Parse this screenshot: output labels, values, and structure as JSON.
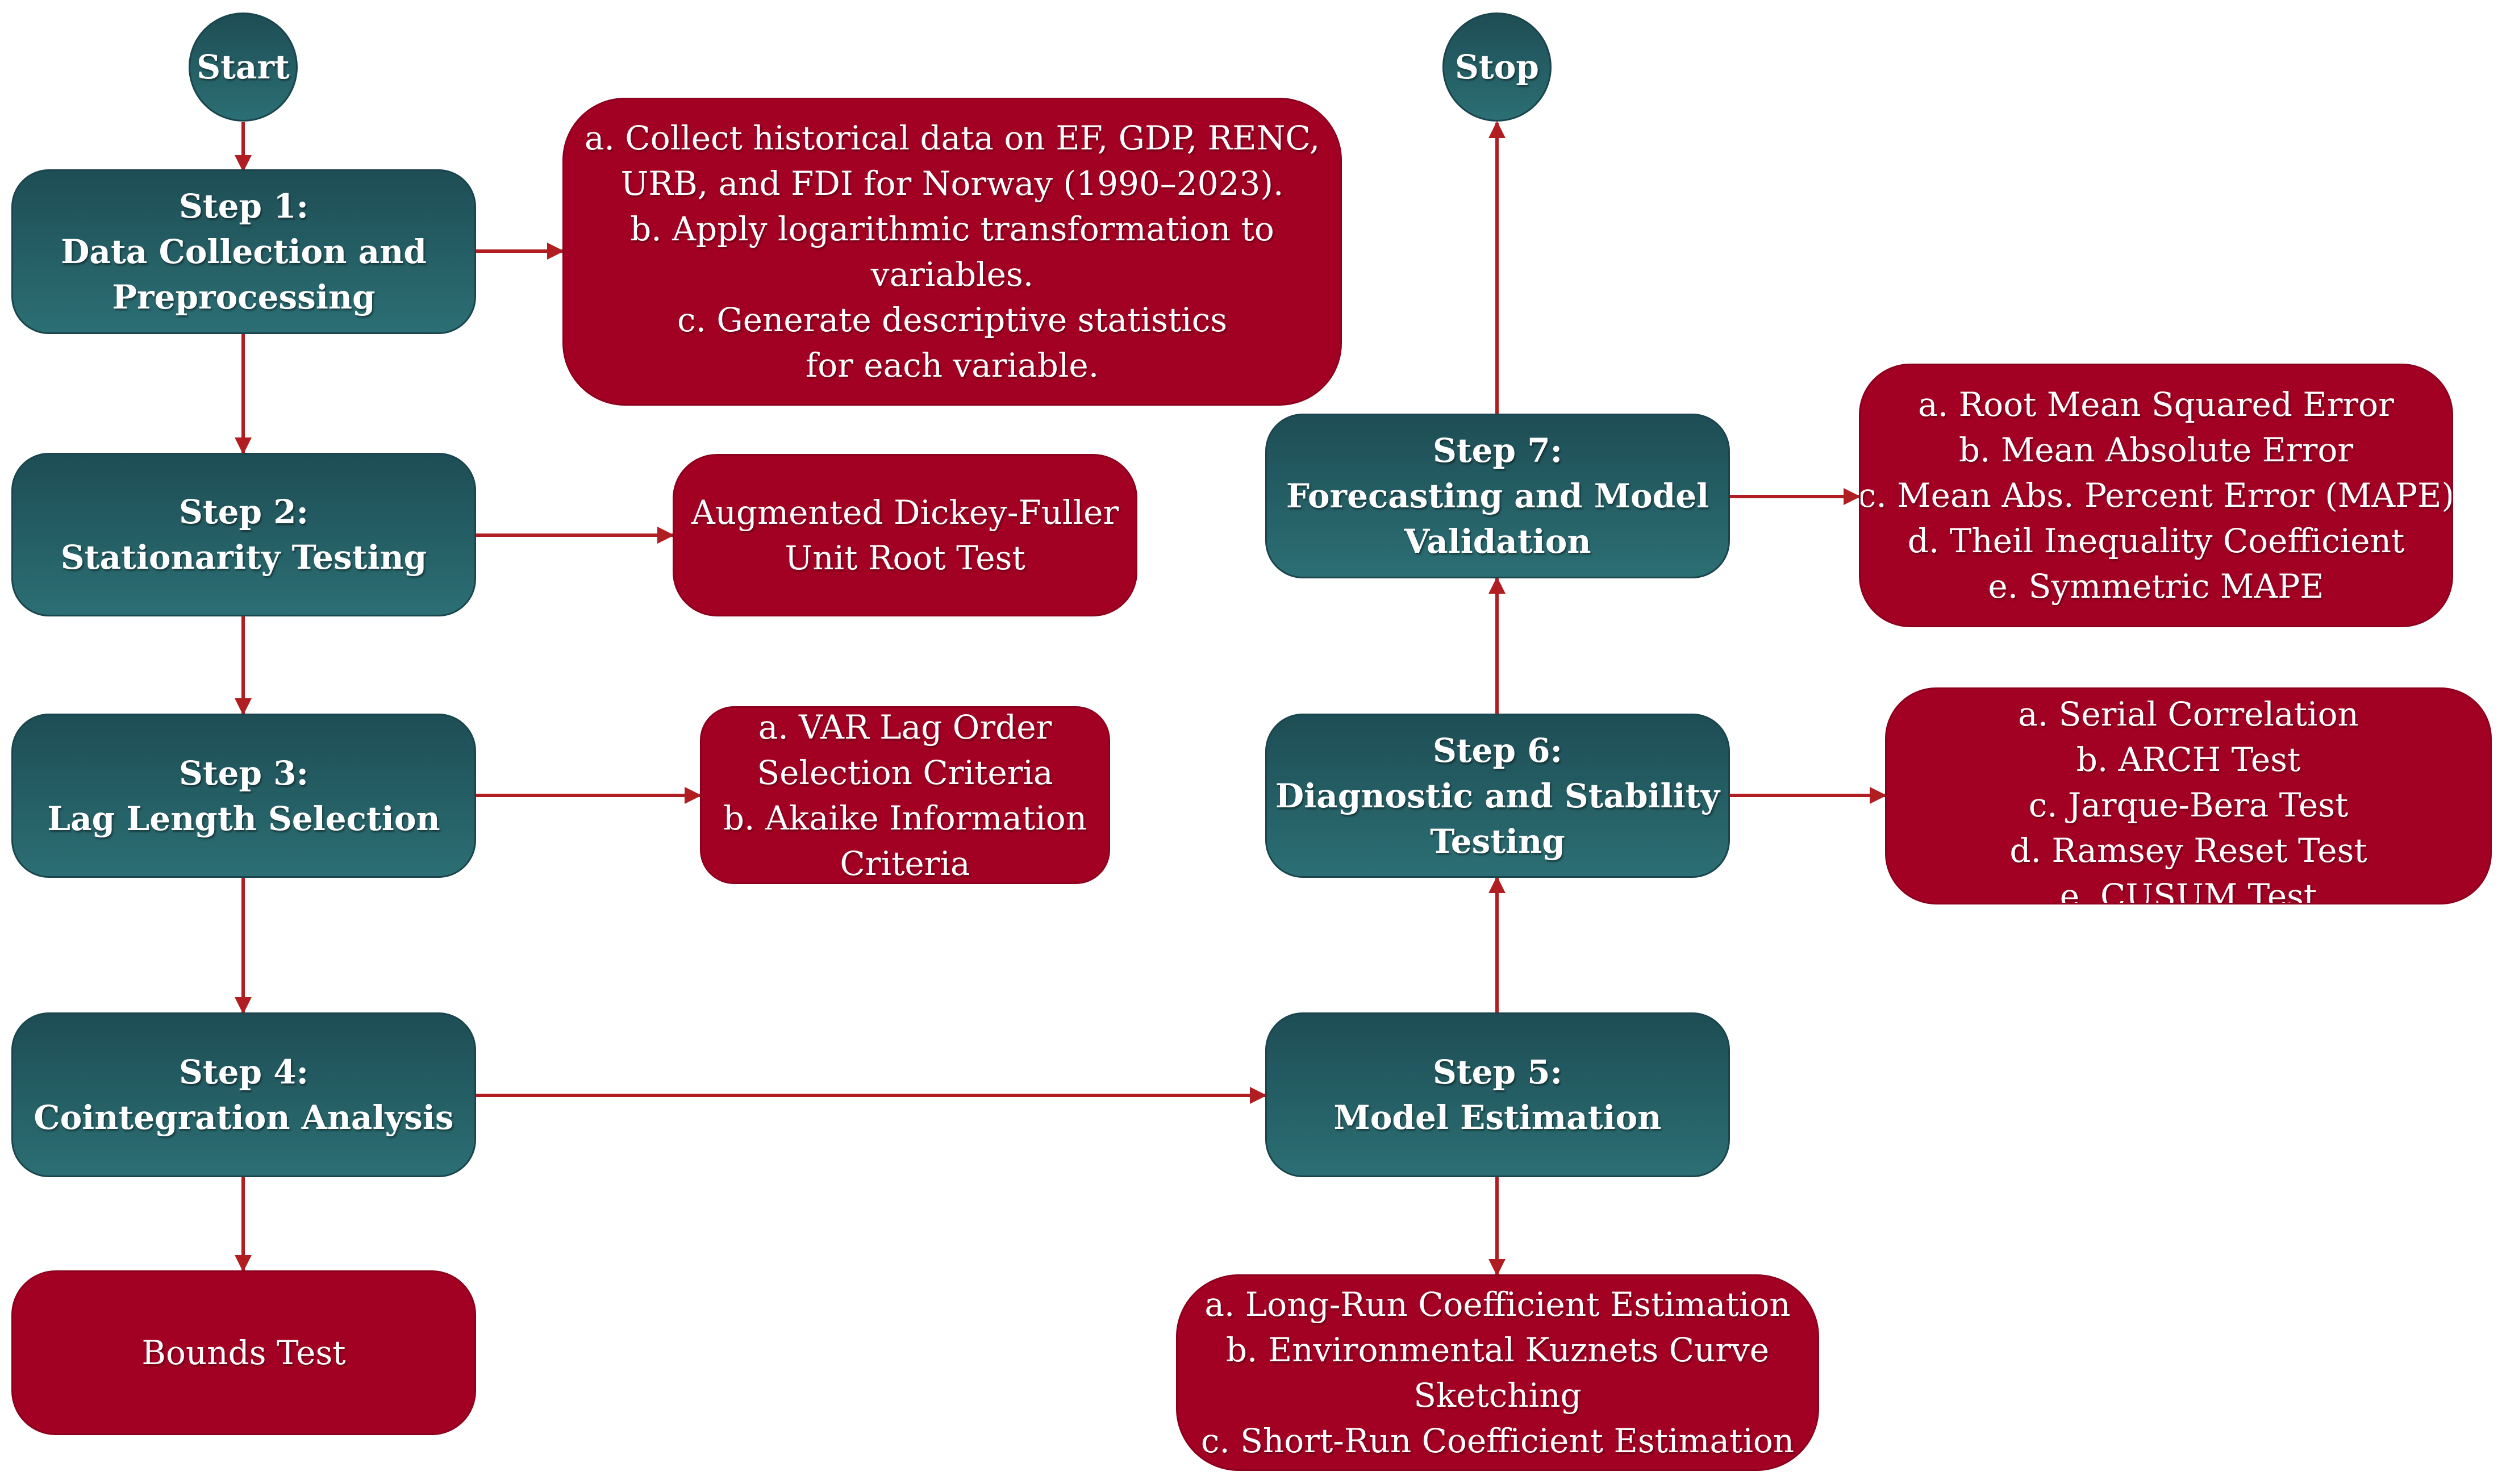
{
  "terminals": {
    "start": "Start",
    "stop": "Stop"
  },
  "steps": {
    "step1": {
      "title": "Step 1:",
      "line1": "Data Collection and",
      "line2": "Preprocessing"
    },
    "step2": {
      "title": "Step 2:",
      "line1": "Stationarity Testing"
    },
    "step3": {
      "title": "Step 3:",
      "line1": "Lag Length Selection"
    },
    "step4": {
      "title": "Step 4:",
      "line1": "Cointegration Analysis"
    },
    "step5": {
      "title": "Step 5:",
      "line1": "Model Estimation"
    },
    "step6": {
      "title": "Step 6:",
      "line1": "Diagnostic and Stability",
      "line2": "Testing"
    },
    "step7": {
      "title": "Step 7:",
      "line1": "Forecasting and Model",
      "line2": "Validation"
    }
  },
  "details": {
    "step1": [
      "a. Collect historical data on EF, GDP, RENC,",
      "URB, and FDI for Norway (1990–2023).",
      "b. Apply logarithmic transformation to",
      "variables.",
      "c. Generate descriptive statistics",
      "for each variable."
    ],
    "step2": [
      "Augmented Dickey-Fuller",
      "Unit Root Test"
    ],
    "step3": [
      "a. VAR Lag Order",
      "Selection Criteria",
      "b. Akaike Information",
      "Criteria"
    ],
    "step4": [
      "Bounds Test"
    ],
    "step5": [
      "a. Long-Run Coefficient Estimation",
      "b. Environmental Kuznets Curve",
      "Sketching",
      "c. Short-Run Coefficient Estimation"
    ],
    "step6": [
      "a. Serial Correlation",
      "b. ARCH Test",
      "c. Jarque-Bera Test",
      "d. Ramsey Reset Test",
      "e. CUSUM Test"
    ],
    "step7": [
      "a. Root Mean Squared Error",
      "b. Mean Absolute Error",
      "c. Mean Abs. Percent Error (MAPE)",
      "d. Theil Inequality Coefficient",
      "e. Symmetric MAPE"
    ]
  },
  "colors": {
    "process_node": "#2b6f74",
    "detail_node": "#a30123",
    "arrow": "#b01e22"
  }
}
